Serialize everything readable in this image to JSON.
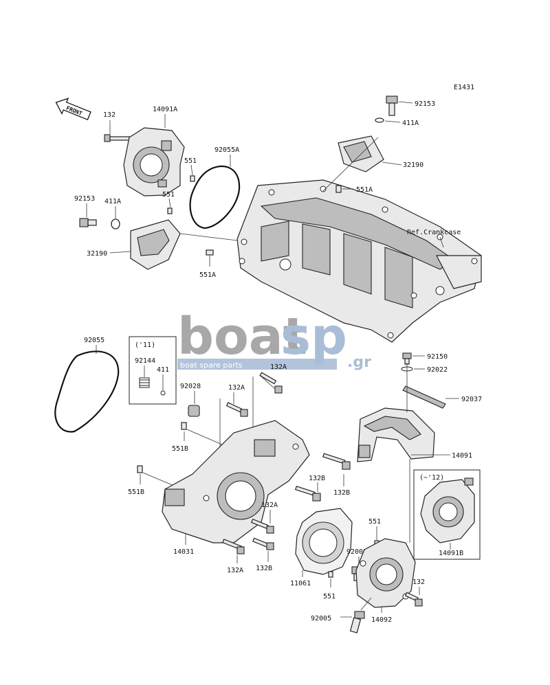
{
  "diagram_code": "E1431",
  "front_arrow_label": "FRONT",
  "ref_label": "Ref.Crankcase",
  "watermark": {
    "brand_left": "boat",
    "brand_right": "sp",
    "suffix": ".gr",
    "tagline": "boat spare parts",
    "colors": {
      "grey": "#9a9a9a",
      "blue": "#9bb3cf"
    }
  },
  "notes": {
    "y11": "('11)",
    "to12": "(~'12)"
  },
  "parts": {
    "p92153_top": "92153",
    "p411A_top": "411A",
    "p32190_top": "32190",
    "p551A_top": "551A",
    "p132_top": "132",
    "p14091A": "14091A",
    "p92055A": "92055A",
    "p551_a": "551",
    "p551_b": "551",
    "p92153_left": "92153",
    "p411A_left": "411A",
    "p32190_left": "32190",
    "p551A_left": "551A",
    "p92055": "92055",
    "p92144": "92144",
    "p411": "411",
    "p92028": "92028",
    "p132A_1": "132A",
    "p132A_2": "132A",
    "p551B_1": "551B",
    "p551B_2": "551B",
    "p132B_1": "132B",
    "p132B_2": "132B",
    "p132A_3": "132A",
    "p14031": "14031",
    "p132A_4": "132A",
    "p132B_3": "132B",
    "p11061": "11061",
    "p92005_1": "92005",
    "p551_c": "551",
    "p551_d": "551",
    "p92005_2": "92005",
    "p14092": "14092",
    "p132_bottom": "132",
    "p92150": "92150",
    "p92022": "92022",
    "p92037": "92037",
    "p14091": "14091",
    "p14091B": "14091B"
  }
}
